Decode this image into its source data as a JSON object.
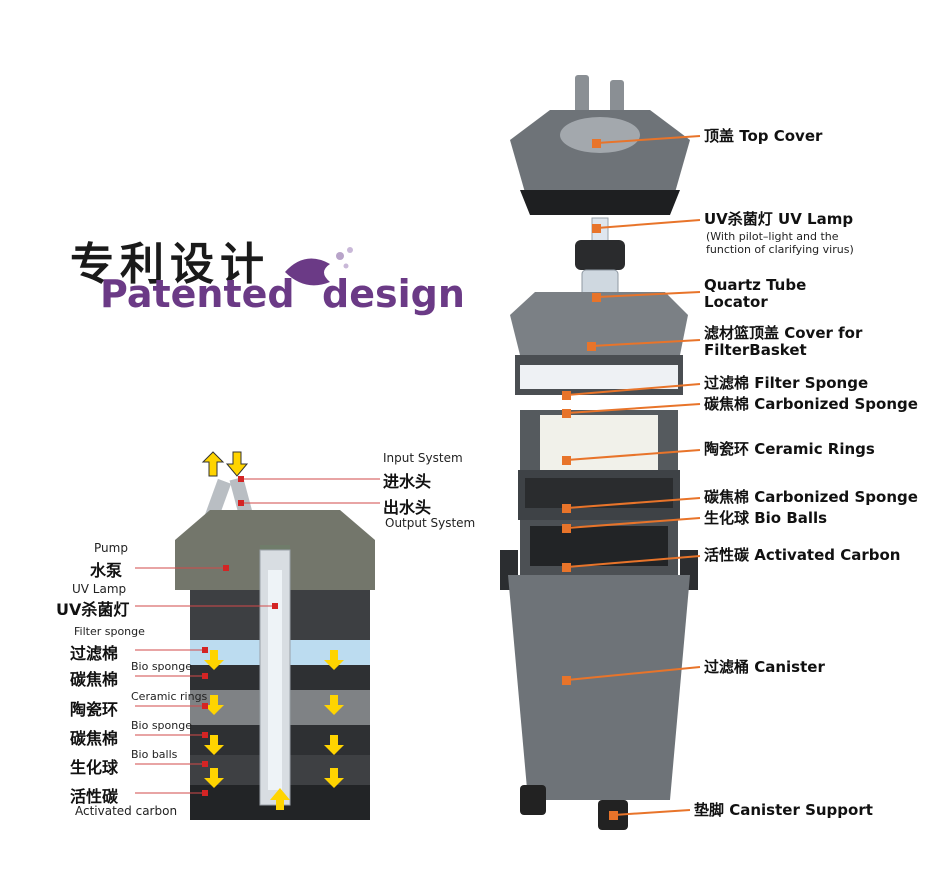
{
  "logo": {
    "chinese": "专利设计",
    "english_1": "Patented",
    "english_2": "design"
  },
  "right_labels": [
    {
      "id": "top-cover",
      "text": "顶盖 Top Cover"
    },
    {
      "id": "uv-lamp",
      "text": "UV杀菌灯 UV Lamp",
      "sub": "(With pilot–light and the function of clarifying virus)"
    },
    {
      "id": "quartz-tube",
      "text": "Quartz Tube Locator"
    },
    {
      "id": "basket-cover",
      "text": "滤材篮顶盖 Cover for FilterBasket"
    },
    {
      "id": "filter-sponge",
      "text": "过滤棉 Filter Sponge"
    },
    {
      "id": "carbonized-sponge-1",
      "text": "碳焦棉 Carbonized Sponge"
    },
    {
      "id": "ceramic-rings",
      "text": "陶瓷环 Ceramic Rings"
    },
    {
      "id": "carbonized-sponge-2",
      "text": "碳焦棉 Carbonized Sponge"
    },
    {
      "id": "bio-balls",
      "text": "生化球 Bio Balls"
    },
    {
      "id": "activated-carbon",
      "text": "活性碳 Activated Carbon"
    },
    {
      "id": "canister",
      "text": "过滤桶 Canister"
    },
    {
      "id": "canister-support",
      "text": "垫脚 Canister Support"
    }
  ],
  "left_labels": {
    "input_en": "Input System",
    "input_zh": "进水头",
    "output_zh": "出水头",
    "output_en": "Output System",
    "pump_en": "Pump",
    "pump_zh": "水泵",
    "uv_en": "UV Lamp",
    "uv_zh": "UV杀菌灯",
    "layers": [
      {
        "zh": "过滤棉",
        "en": "Filter sponge"
      },
      {
        "zh": "碳焦棉",
        "en": "Bio sponge"
      },
      {
        "zh": "陶瓷环",
        "en": "Ceramic rings"
      },
      {
        "zh": "碳焦棉",
        "en": "Bio sponge"
      },
      {
        "zh": "生化球",
        "en": "Bio balls"
      },
      {
        "zh": "活性碳",
        "en": "Activated carbon"
      }
    ]
  },
  "colors": {
    "leader_orange": "#e8742a",
    "logo_purple": "#6b3a86",
    "device_gray": "#6e7378",
    "arrow_yellow": "#ffd400"
  }
}
